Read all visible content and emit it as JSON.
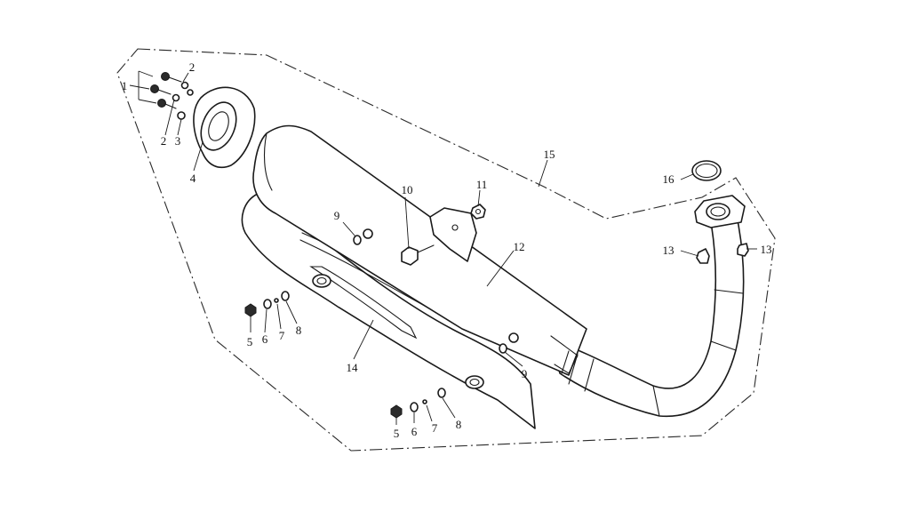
{
  "callouts": [
    {
      "id": "c1",
      "text": "1"
    },
    {
      "id": "c2a",
      "text": "2"
    },
    {
      "id": "c2b",
      "text": "2"
    },
    {
      "id": "c3",
      "text": "3"
    },
    {
      "id": "c4",
      "text": "4"
    },
    {
      "id": "c5a",
      "text": "5"
    },
    {
      "id": "c6a",
      "text": "6"
    },
    {
      "id": "c7a",
      "text": "7"
    },
    {
      "id": "c8a",
      "text": "8"
    },
    {
      "id": "c5b",
      "text": "5"
    },
    {
      "id": "c6b",
      "text": "6"
    },
    {
      "id": "c7b",
      "text": "7"
    },
    {
      "id": "c8b",
      "text": "8"
    },
    {
      "id": "c9a",
      "text": "9"
    },
    {
      "id": "c9b",
      "text": "9"
    },
    {
      "id": "c10",
      "text": "10"
    },
    {
      "id": "c11",
      "text": "11"
    },
    {
      "id": "c12",
      "text": "12"
    },
    {
      "id": "c13a",
      "text": "13"
    },
    {
      "id": "c13b",
      "text": "13"
    },
    {
      "id": "c14",
      "text": "14"
    },
    {
      "id": "c15",
      "text": "15"
    },
    {
      "id": "c16",
      "text": "16"
    }
  ],
  "colors": {
    "line": "#1a1a1a",
    "background": "#ffffff"
  }
}
